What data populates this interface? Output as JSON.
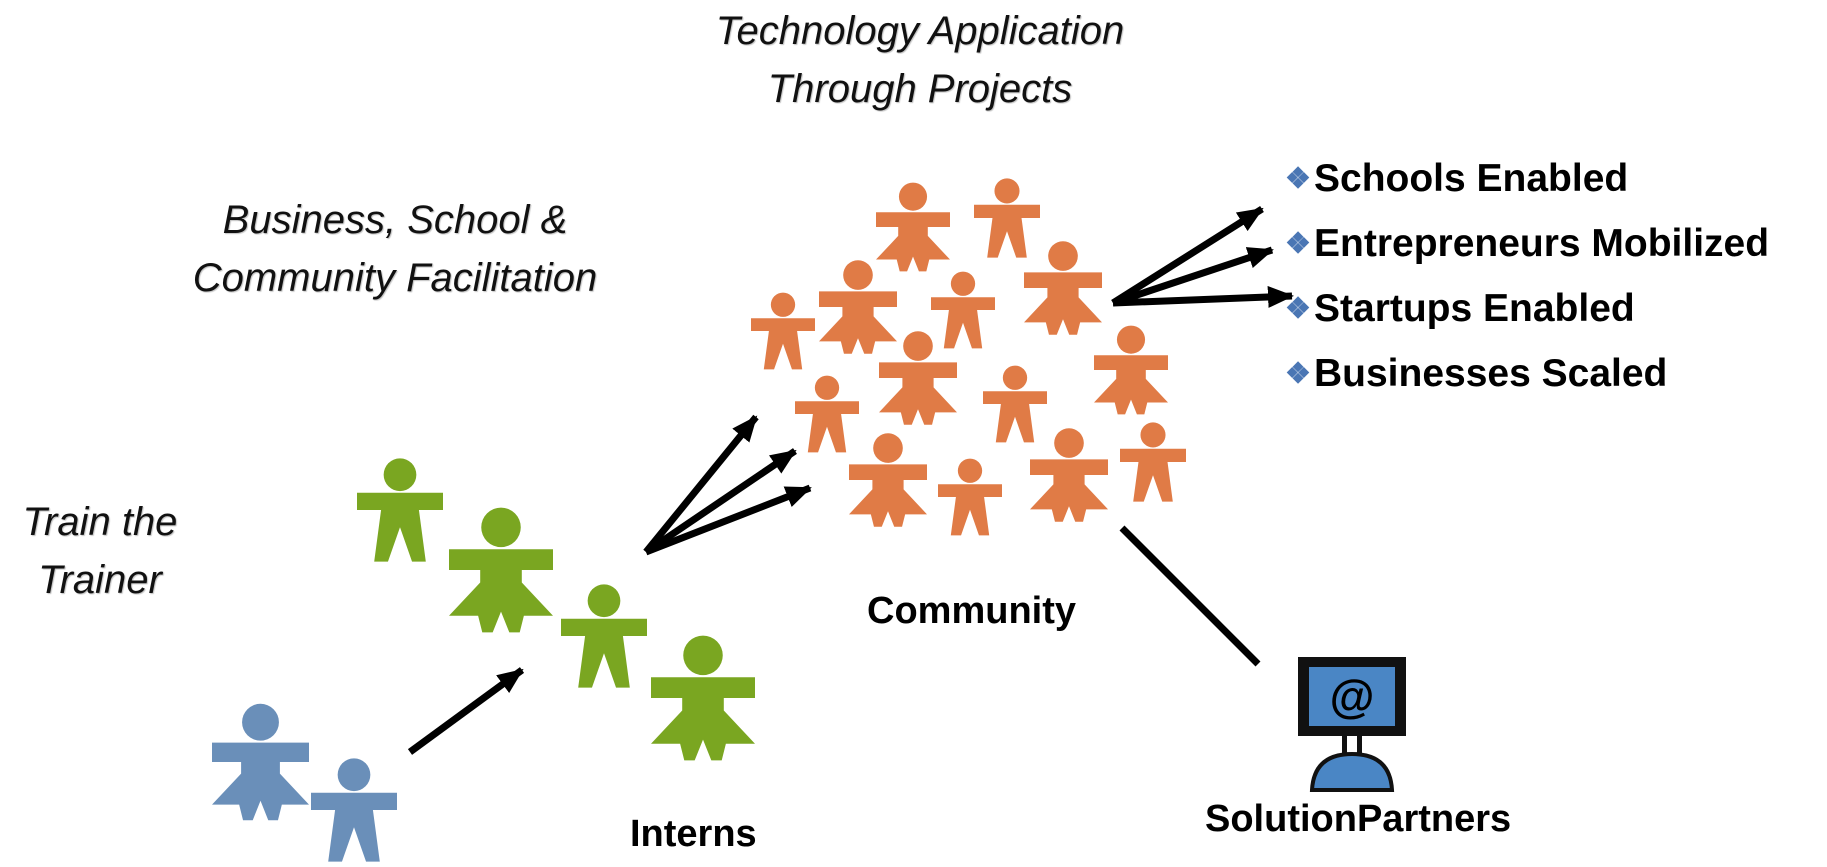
{
  "captions": {
    "technology_line1": "Technology Application",
    "technology_line2": "Through Projects",
    "business_line1": "Business, School &",
    "business_line2": "Community Facilitation",
    "trainer_line1": "Train the",
    "trainer_line2": "Trainer"
  },
  "labels": {
    "community": "Community",
    "interns": "Interns",
    "solution_partners": "SolutionPartners"
  },
  "outcomes": {
    "bullet_glyph": "❖",
    "items": [
      "Schools Enabled",
      "Entrepreneurs Mobilized",
      "Startups Enabled",
      "Businesses Scaled"
    ]
  },
  "monitor_symbol": "@",
  "colors": {
    "trainer": "#6a8fb9",
    "intern": "#7aa621",
    "community": "#e07b46",
    "monitor_frame": "#111111",
    "monitor_screen": "#4a86c5",
    "bullet": "#4a76b4"
  }
}
